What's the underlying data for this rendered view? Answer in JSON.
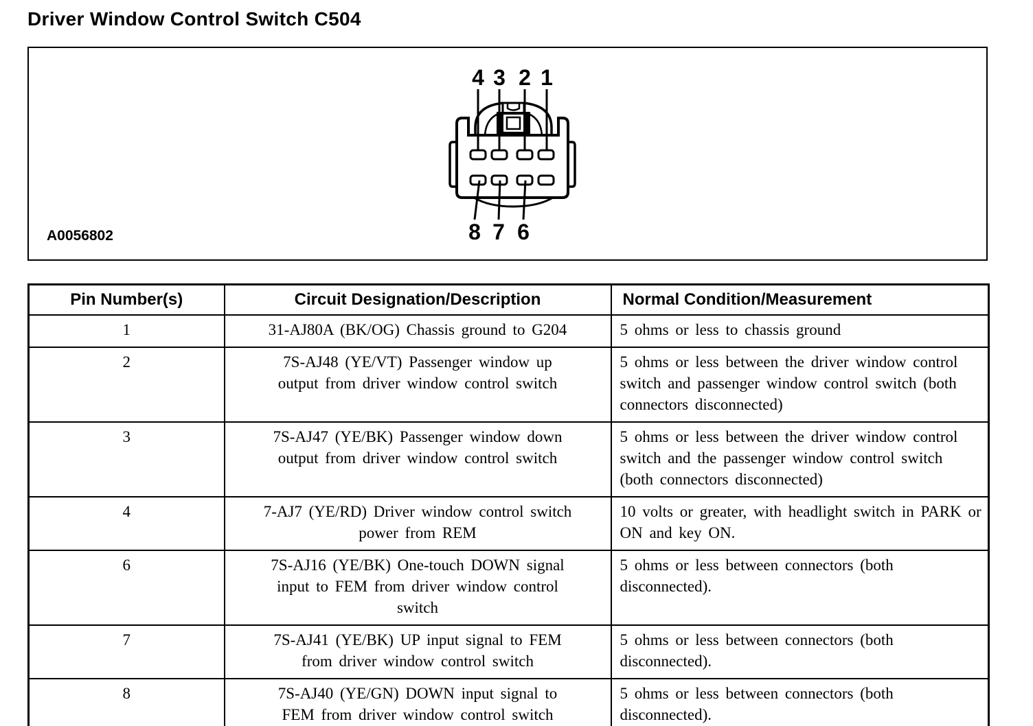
{
  "page_title": "Driver Window Control Switch C504",
  "colors": {
    "ink": "#000000",
    "paper": "#ffffff"
  },
  "diagram": {
    "figure_id": "A0056802",
    "top_pins": [
      "4",
      "3",
      "2",
      "1"
    ],
    "bottom_pins": [
      "8",
      "7",
      "6"
    ]
  },
  "table": {
    "headers": [
      "Pin Number(s)",
      "Circuit Designation/Description",
      "Normal Condition/Measurement"
    ],
    "rows": [
      {
        "pin": "1",
        "circuit": "31-AJ80A (BK/OG) Chassis ground to G204",
        "condition": "5 ohms or less to chassis ground"
      },
      {
        "pin": "2",
        "circuit": "7S-AJ48 (YE/VT) Passenger window up output from driver window control switch",
        "condition": "5 ohms or less between the driver window control switch and passenger window control switch (both connectors disconnected)"
      },
      {
        "pin": "3",
        "circuit": "7S-AJ47 (YE/BK) Passenger window down output from driver window control switch",
        "condition": "5 ohms or less between the driver window control switch and the passenger window control switch (both connectors disconnected)"
      },
      {
        "pin": "4",
        "circuit": "7-AJ7 (YE/RD) Driver window control switch power from REM",
        "condition": "10 volts or greater, with headlight switch in PARK or ON and key ON."
      },
      {
        "pin": "6",
        "circuit": "7S-AJ16 (YE/BK) One-touch DOWN signal input to FEM from driver window control switch",
        "condition": "5 ohms or less between connectors (both disconnected)."
      },
      {
        "pin": "7",
        "circuit": "7S-AJ41 (YE/BK) UP input signal to FEM from driver window control switch",
        "condition": "5 ohms or less between connectors (both disconnected)."
      },
      {
        "pin": "8",
        "circuit": "7S-AJ40 (YE/GN) DOWN input signal to FEM from driver window control switch",
        "condition": "5 ohms or less between connectors (both disconnected)."
      }
    ]
  }
}
